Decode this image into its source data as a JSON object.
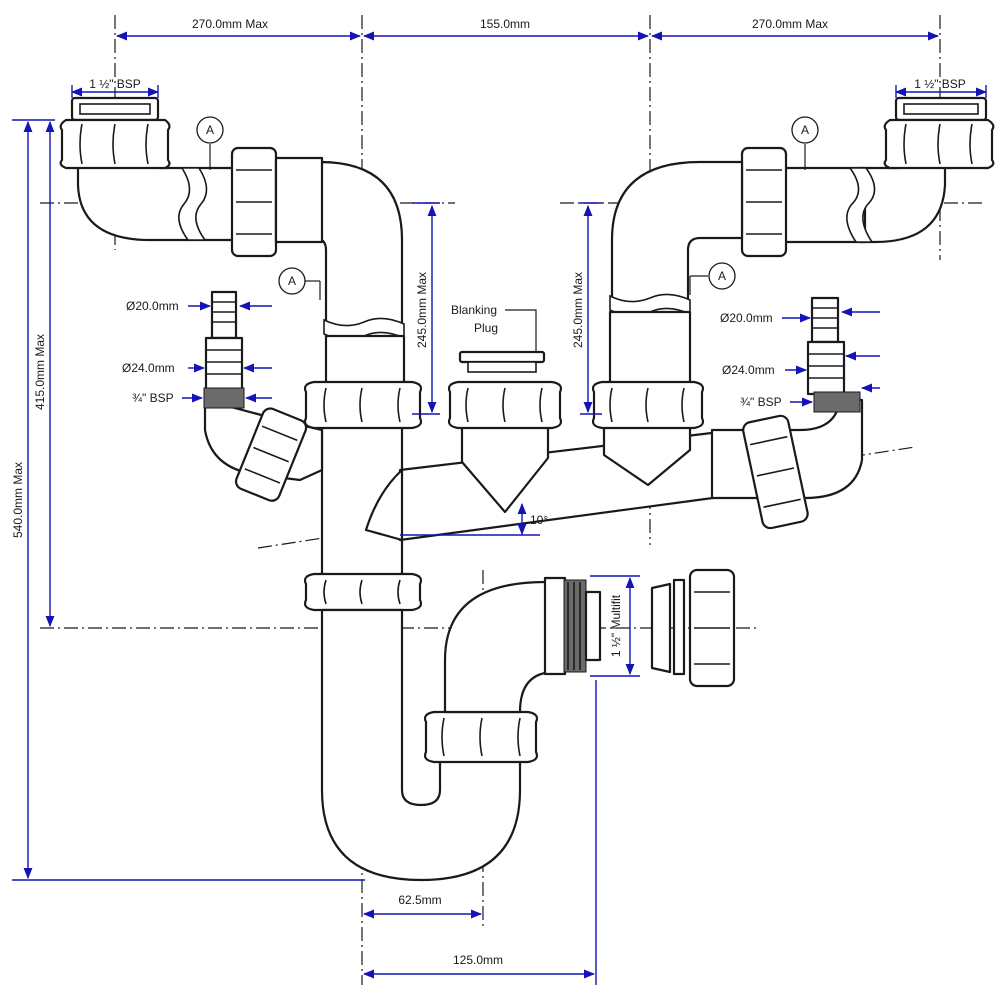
{
  "colors": {
    "dimension": "#1414b4",
    "outline": "#1a1a1a",
    "background": "#ffffff"
  },
  "dimensions": {
    "top_left_width": "270.0mm Max",
    "top_center_width": "155.0mm",
    "top_right_width": "270.0mm Max",
    "left_bsp": "1 ½\" BSP",
    "right_bsp": "1 ½\" BSP",
    "height_540": "540.0mm Max",
    "height_415": "415.0mm Max",
    "left_drop": "245.0mm Max",
    "right_drop": "245.0mm Max",
    "left_hose_20": "Ø20.0mm",
    "left_hose_24": "Ø24.0mm",
    "left_hose_bsp": "¾\" BSP",
    "right_hose_20": "Ø20.0mm",
    "right_hose_24": "Ø24.0mm",
    "right_hose_bsp": "¾\" BSP",
    "angle": "10°",
    "multifit": "1 ½\" Multifit",
    "bottom_62": "62.5mm",
    "bottom_125": "125.0mm"
  },
  "labels": {
    "blanking_plug_line1": "Blanking",
    "blanking_plug_line2": "Plug",
    "callout_a": "A"
  }
}
